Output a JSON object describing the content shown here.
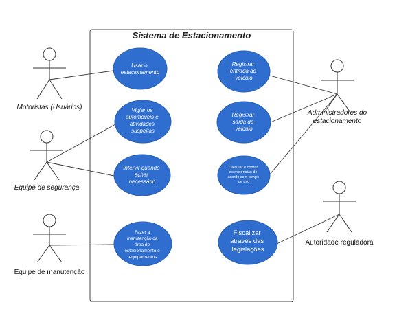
{
  "system": {
    "title": "Sistema de Estacionamento"
  },
  "actors": {
    "motoristas": {
      "label": "Motoristas (Usuários)"
    },
    "seguranca": {
      "label": "Equipe de segurança"
    },
    "manutencao": {
      "label": "Equipe de manutenção"
    },
    "administradores": {
      "label_line1": "Administradores do",
      "label_line2": "estacionamento"
    },
    "autoridade": {
      "label": "Autoridade reguladora"
    }
  },
  "use_cases": {
    "usar": {
      "line1": "Usar o",
      "line2": "estacionamento"
    },
    "vigiar": {
      "line1": "Vigiar os",
      "line2": "automóveis e",
      "line3": "atividades",
      "line4": "suspeitas"
    },
    "intervir": {
      "line1": "Intervir quando",
      "line2": "achar",
      "line3": "necessário"
    },
    "manutencao": {
      "line1": "Fazer a",
      "line2": "manutenção da",
      "line3": "área do",
      "line4": "estacionamento e",
      "line5": "equipamentos"
    },
    "entrada": {
      "line1": "Registrar",
      "line2": "entrada do",
      "line3": "veículo"
    },
    "saida": {
      "line1": "Registrar",
      "line2": "saída do",
      "line3": "veículo"
    },
    "cobrar": {
      "line1": "Calcular e cobrar",
      "line2": "os motoristas de",
      "line3": "acordo com tempo",
      "line4": "de uso"
    },
    "fiscalizar": {
      "line1": "Fiscalizar",
      "line2": "através das",
      "line3": "legislações"
    }
  }
}
